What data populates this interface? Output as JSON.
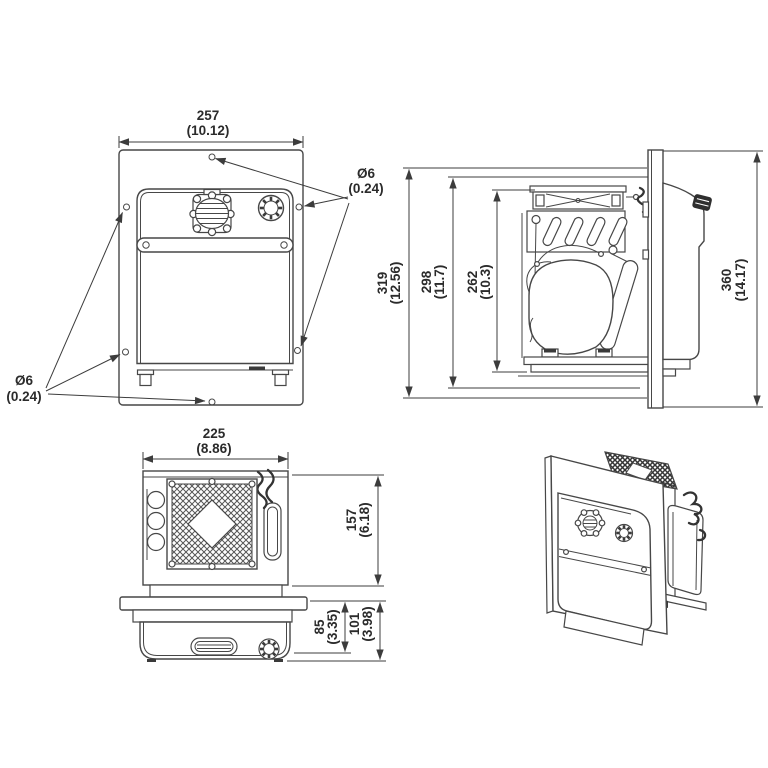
{
  "drawing": {
    "kind": "technical-dimension-drawing",
    "colors": {
      "line": "#474747",
      "text": "#2b2b2b",
      "dark_fill": "#3a3a3a",
      "background": "#ffffff"
    }
  },
  "views": {
    "front": {
      "width": {
        "mm": "257",
        "in": "(10.12)"
      },
      "mounting_hole_top": {
        "dia": "Ø6",
        "in": "(0.24)"
      },
      "mounting_hole_bottom": {
        "dia": "Ø6",
        "in": "(0.24)"
      }
    },
    "side": {
      "overall_height": {
        "mm": "319",
        "in": "(12.56)"
      },
      "inner_height": {
        "mm": "298",
        "in": "(11.7)"
      },
      "unit_height": {
        "mm": "262",
        "in": "(10.3)"
      },
      "panel_height": {
        "mm": "360",
        "in": "(14.17)"
      }
    },
    "top": {
      "width": {
        "mm": "225",
        "in": "(8.86)"
      },
      "depth": {
        "mm": "157",
        "in": "(6.18)"
      },
      "front_depth_a": {
        "mm": "85",
        "in": "(3.35)"
      },
      "front_depth_b": {
        "mm": "101",
        "in": "(3.98)"
      }
    }
  }
}
